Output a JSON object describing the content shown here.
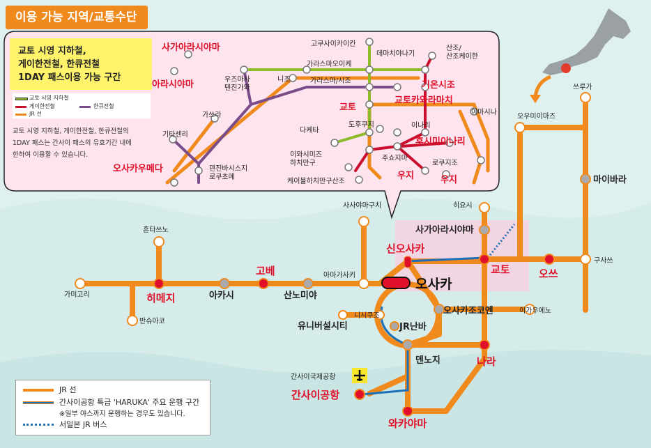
{
  "title": "이용 가능 지역/교통수단",
  "kyoto_box": {
    "line1": "교토 시영 지하철,",
    "line2": "게이한전철, 한큐전철",
    "line3": "1DAY 패스이용 가능 구간"
  },
  "mini_legend": {
    "subway": "교토 시영 지하철",
    "keihan": "게이한전철",
    "hankyu": "한큐전철",
    "jr": "JR 선"
  },
  "note": {
    "line1": "교토 시영 지하철, 게이한전철, 한큐전철의",
    "line2": "1DAY 패스는 간사이 패스의 유효기간 내에",
    "line3": "한하여 이용할 수 있습니다."
  },
  "legend": {
    "jr": "JR 선",
    "haruka": "간사이공항 특급 'HARUKA' 주요 운행 구간",
    "haruka_note": "※일부 야스까지 운행하는 경우도 있습니다.",
    "bus": "서일본 JR 버스"
  },
  "stations": {
    "kyoto": {
      "arashiyama": "아라시야마",
      "sagaarashiyama": "사가아라시야마",
      "oyamazaki": "오사카우메다",
      "katsura": "가쓰라",
      "kitasenri": "기타센리",
      "uzumasa": "우즈마사\n텐진가와",
      "nijo": "니조",
      "karasumaoike": "가라스마오이케",
      "karasuma": "가라스마/시조",
      "kokusaikaikan": "고쿠사이카이칸",
      "demachiyanagi": "데마치야나기",
      "sanjo": "산조/\n산조케이한",
      "gion": "기온시조",
      "kyotokawaramachi": "교토카와라마치",
      "yamashina": "야마시나",
      "kyoto_st": "교토",
      "tofukuji": "도후쿠지",
      "inari": "이나리",
      "fushimiinari": "후시미이나리",
      "dekita": "다케타",
      "iwashimizu": "이와시미즈\n하치만구",
      "chushojima": "주쇼지마",
      "rokujizo": "로쿠지조",
      "uji_keihan": "우지",
      "uji_jr": "우지",
      "cablecar": "케이블하치만구산조",
      "tenjinbashi": "덴진바시스지\n로쿠초메"
    },
    "main": {
      "sasayamaguchi": "사사야마구치",
      "hiyoshi": "히요시",
      "sagaarashiyama2": "사가아라시야마",
      "tsuruga": "쓰루가",
      "omimaizu": "오우미이마즈",
      "maibara": "마이바라",
      "kusatsu": "구사쓰",
      "otsu": "오쓰",
      "kyoto": "교토",
      "shinosaka": "신오사카",
      "osaka": "오사카",
      "amagasaki": "아마가사키",
      "kobe": "고베",
      "sannomiya": "산노미야",
      "akashi": "아카시",
      "himeji": "히메지",
      "kamigori": "가미고리",
      "banshuako": "반슈아코",
      "hamasaka": "혼타쓰노",
      "nishikujo": "니시쿠조",
      "universal": "유니버설시티",
      "jrnamba": "JR난바",
      "osakajokoen": "오사카조코엔",
      "tennoji": "덴노지",
      "nara": "나라",
      "igaueno": "이가우에노",
      "kansaiairport_small": "간사이국제공항",
      "kansaiairport": "간사이공항",
      "wakayama": "와카야마"
    }
  },
  "colors": {
    "jr": "#f08a1c",
    "haruka": "#1d6fb8",
    "subway": "#8dbb2a",
    "keihan": "#c8102e",
    "hankyu": "#7a4d8a",
    "red_text": "#e0102a",
    "callout_bg": "#fde4ee"
  }
}
